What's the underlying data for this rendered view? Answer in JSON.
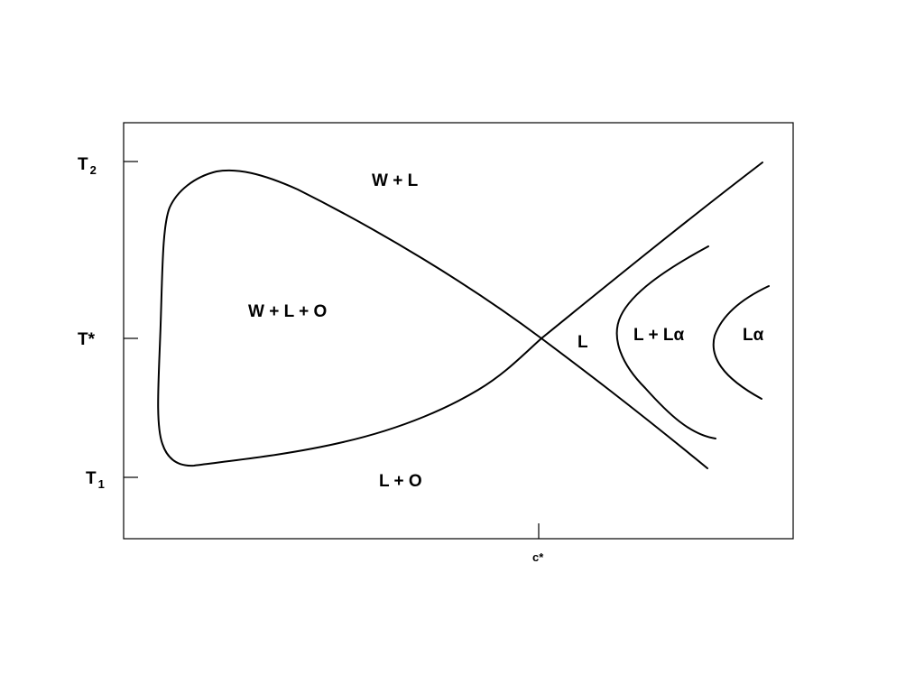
{
  "y_axis": {
    "ticks": [
      {
        "main": "T",
        "sub": "2"
      },
      {
        "main": "T*",
        "sub": ""
      },
      {
        "main": "T",
        "sub": "1"
      }
    ]
  },
  "x_axis": {
    "ticks": [
      {
        "label": "c*"
      }
    ]
  },
  "regions": {
    "w_plus_l": "W + L",
    "w_plus_l_plus_o": "W + L + O",
    "l": "L",
    "l_plus_lalpha": "L + Lα",
    "lalpha": "Lα",
    "l_plus_o": "L + O"
  },
  "colors": {
    "line": "#000000",
    "background": "#ffffff"
  }
}
